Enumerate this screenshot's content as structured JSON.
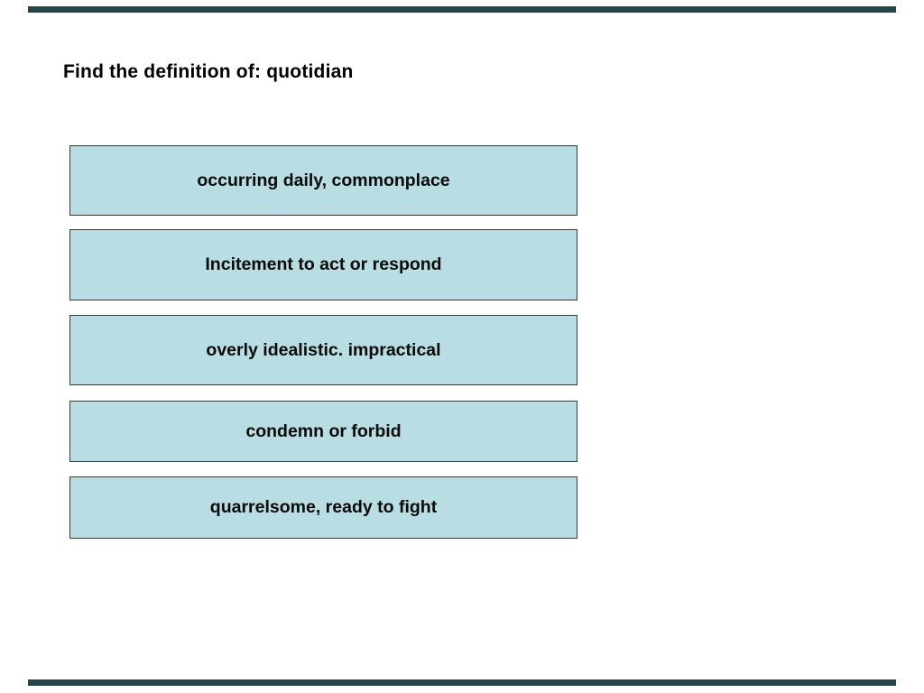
{
  "slide": {
    "title": "Find the definition of: quotidian",
    "options": [
      {
        "label": "occurring daily, commonplace"
      },
      {
        "label": "Incitement to act or respond"
      },
      {
        "label": "overly idealistic. impractical"
      },
      {
        "label": "condemn or forbid"
      },
      {
        "label": "quarrelsome, ready to fight"
      }
    ],
    "colors": {
      "background": "#ffffff",
      "option_fill": "#b8dde2",
      "option_border": "#3b3b3b",
      "option_text": "#0a0a0a",
      "title_text": "#000000",
      "accent_bar": "#24454a"
    }
  }
}
